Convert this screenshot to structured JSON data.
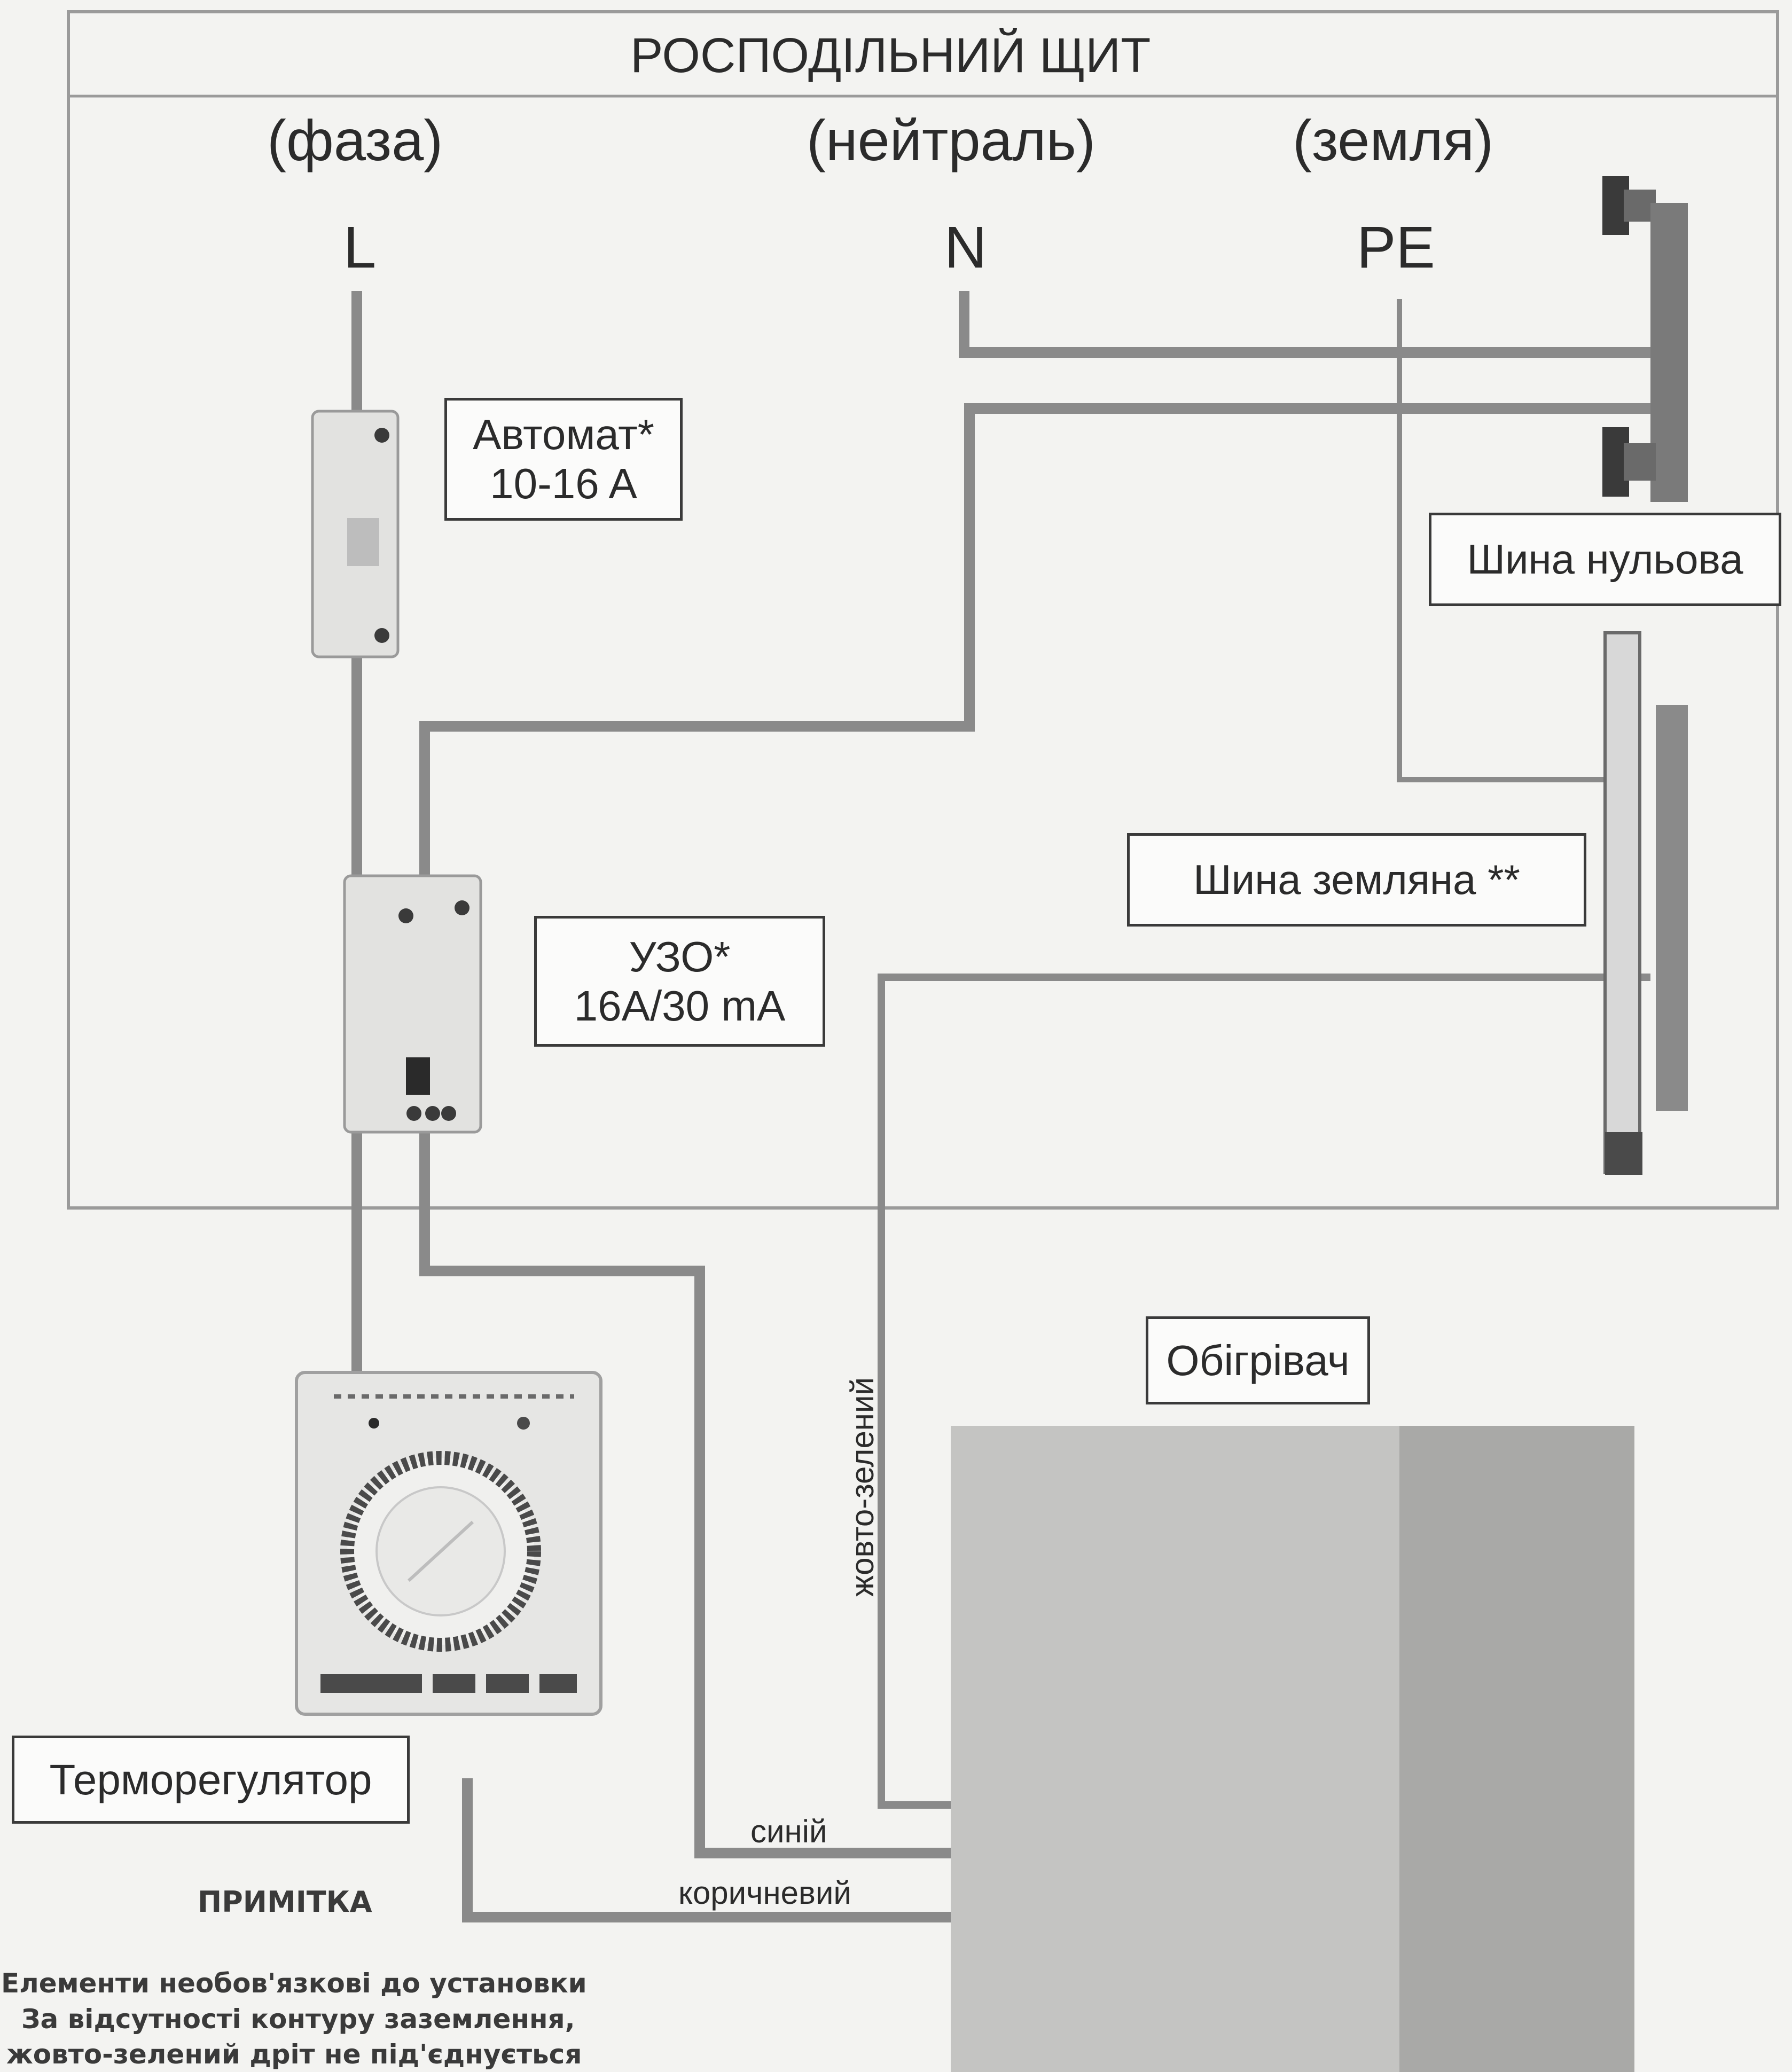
{
  "panel": {
    "title": "РОСПОДІЛЬНИЙ ЩИТ",
    "phase_label": "(фаза)",
    "neutral_label": "(нейтраль)",
    "earth_label": "(земля)",
    "phase_terminal": "L",
    "neutral_terminal": "N",
    "earth_terminal": "PE"
  },
  "components": {
    "breaker": {
      "line1": "Автомат*",
      "line2": "10-16 A"
    },
    "rcd": {
      "line1": "УЗО*",
      "line2": "16A/30 mA"
    },
    "neutral_bus": "Шина нульова",
    "earth_bus": "Шина земляна  **",
    "heater": "Обігрівач",
    "thermostat": "Терморегулятор"
  },
  "wires": {
    "yellow_green": "жовто-зелений",
    "blue": "синій",
    "brown": "коричневий"
  },
  "note": {
    "title": "ПРИМІТКА",
    "line1": "Елементи необов'язкові до установки",
    "line2": "За відсутності контуру заземлення,",
    "line3": "жовто-зелений дріт не під'єднується"
  },
  "colors": {
    "background": "#f3f3f1",
    "wire": "#8a8a8a",
    "panel_border": "#9a9a9a"
  }
}
